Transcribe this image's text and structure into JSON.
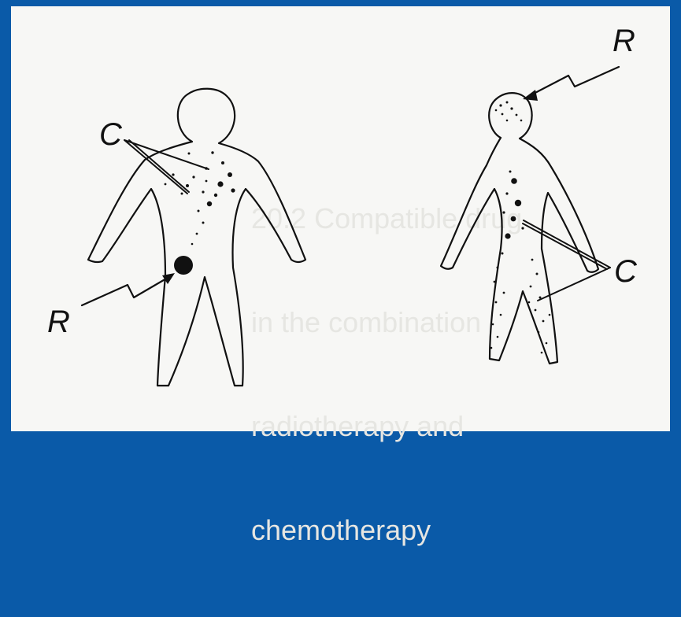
{
  "figures": [
    {
      "id": "left-figure",
      "labels": {
        "c": "C",
        "r": "R"
      }
    },
    {
      "id": "right-figure",
      "labels": {
        "c": "C",
        "r": "R"
      }
    }
  ],
  "bleed_through_text": [
    "20.2 Compatible drug",
    "in the combination",
    "radiotherapy and",
    "chemotherapy"
  ],
  "colors": {
    "border": "#0a5aa8",
    "paper": "#f7f7f5",
    "ink": "#111111",
    "bleed": "#e6e6e2"
  }
}
